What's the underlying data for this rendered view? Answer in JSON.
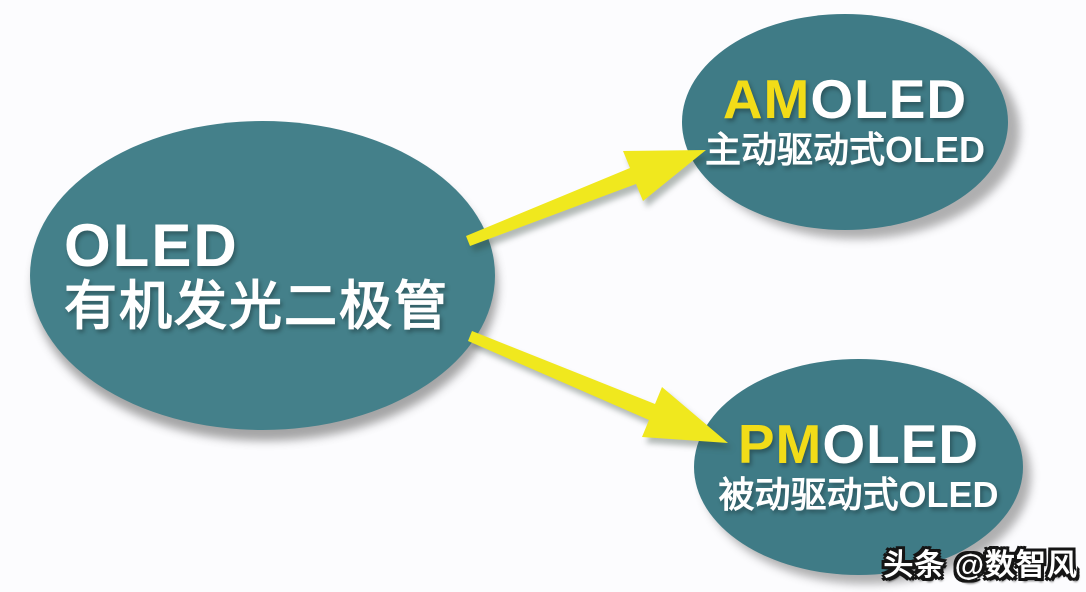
{
  "diagram": {
    "root": {
      "title": "OLED",
      "subtitle": "有机发光二极管"
    },
    "branches": [
      {
        "prefix": "AM",
        "suffix": "OLED",
        "subtitle": "主动驱动式OLED"
      },
      {
        "prefix": "PM",
        "suffix": "OLED",
        "subtitle": "被动驱动式OLED"
      }
    ]
  },
  "watermark": {
    "text": "头条 @数智风"
  },
  "colors": {
    "background": "#fcfcfe",
    "ellipse_root": "#44808a",
    "ellipse_branch": "#3f7b86",
    "arrow": "#f0e81e",
    "highlight_yellow": "#f2dc18",
    "text_white": "#ffffff"
  }
}
